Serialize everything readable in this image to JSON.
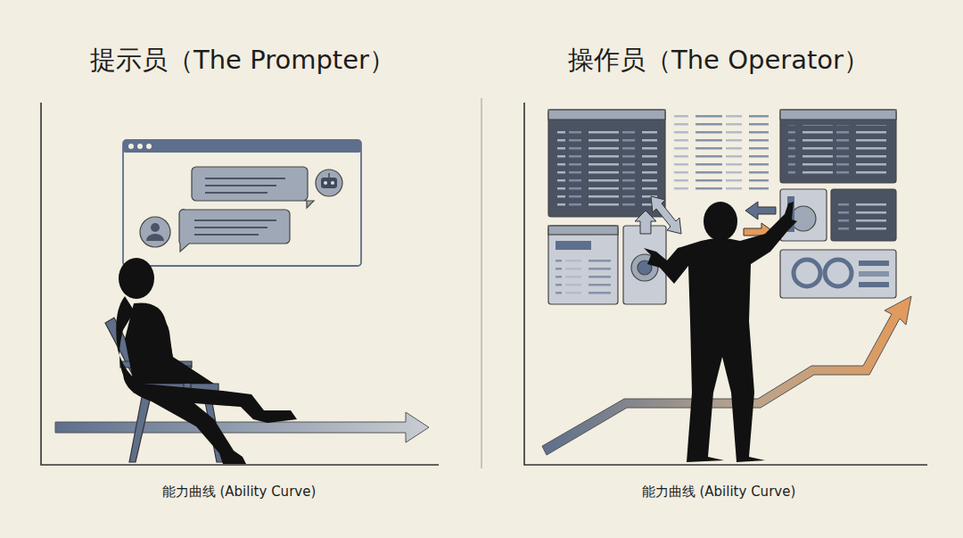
{
  "diagram": {
    "labels": [
      "提示员（The Prompter）",
      "操作员（The Operator）",
      "能力曲线 (Ability Curve)",
      "能力曲线 (Ability Curve)"
    ]
  }
}
